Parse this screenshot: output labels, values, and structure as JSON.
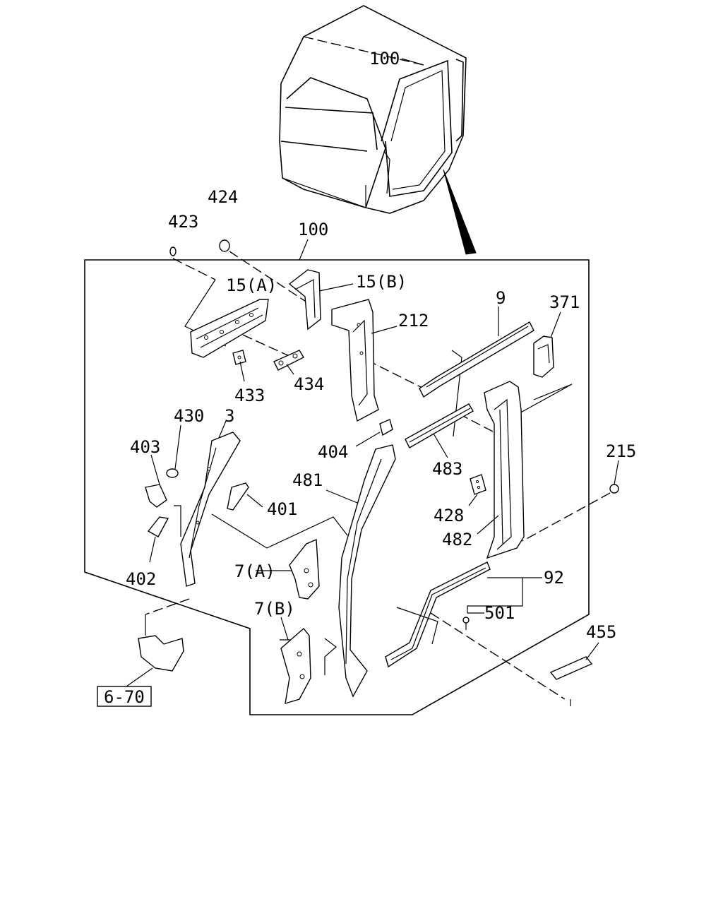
{
  "labels": {
    "cab_top": "100",
    "frame_top": "100",
    "p424": "424",
    "p423": "423",
    "p15a": "15(A)",
    "p15b": "15(B)",
    "p212": "212",
    "p9": "9",
    "p371": "371",
    "p433": "433",
    "p434": "434",
    "p430": "430",
    "p3": "3",
    "p403": "403",
    "p401": "401",
    "p404": "404",
    "p481": "481",
    "p483": "483",
    "p428": "428",
    "p482": "482",
    "p215": "215",
    "p402": "402",
    "p7a": "7(A)",
    "p7b": "7(B)",
    "p92": "92",
    "p501": "501",
    "p455": "455",
    "ref_box": "6-70"
  }
}
